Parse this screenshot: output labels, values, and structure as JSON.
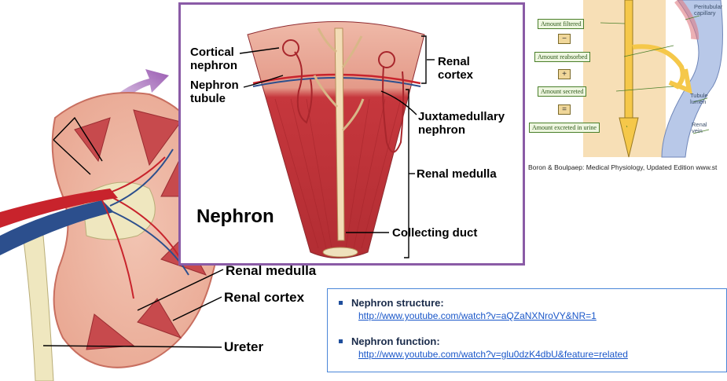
{
  "inset": {
    "title": "Nephron",
    "labels": {
      "cortical_nephron": [
        "Cortical",
        "nephron"
      ],
      "nephron_tubule": [
        "Nephron",
        "tubule"
      ],
      "renal_cortex": [
        "Renal",
        "cortex"
      ],
      "juxtamedullary_nephron": [
        "Juxtamedullary",
        "nephron"
      ],
      "renal_medulla": "Renal medulla",
      "collecting_duct": "Collecting duct"
    }
  },
  "kidney": {
    "labels": {
      "renal_medulla": "Renal medulla",
      "renal_cortex": "Renal cortex",
      "ureter": "Ureter"
    }
  },
  "physiology": {
    "boxes": {
      "filtered": "Amount filtered",
      "reabsorbed": "Amount reabsorbed",
      "secreted": "Amount secreted",
      "excreted": "Amount excreted in urine"
    },
    "operators": [
      "−",
      "+",
      "="
    ],
    "side_labels": {
      "peritubular": [
        "Peritubular",
        "capillary"
      ],
      "tubule_lumen": [
        "Tubule",
        "lumen"
      ],
      "renal_vein": [
        "Renal",
        "vein"
      ]
    },
    "citation": "Boron & Boulpaep: Medical Physiology, Updated Edition  www.st"
  },
  "links": [
    {
      "title": "Nephron structure:",
      "url": "http://www.youtube.com/watch?v=aQZaNXNroVY&NR=1"
    },
    {
      "title": "Nephron function:",
      "url": "http://www.youtube.com/watch?v=glu0dzK4dbU&feature=related"
    }
  ],
  "colors": {
    "frame": "#8a5ba6",
    "link": "#1a57c9",
    "tissue": "#c5373c",
    "cortex": "#e6a08e"
  }
}
